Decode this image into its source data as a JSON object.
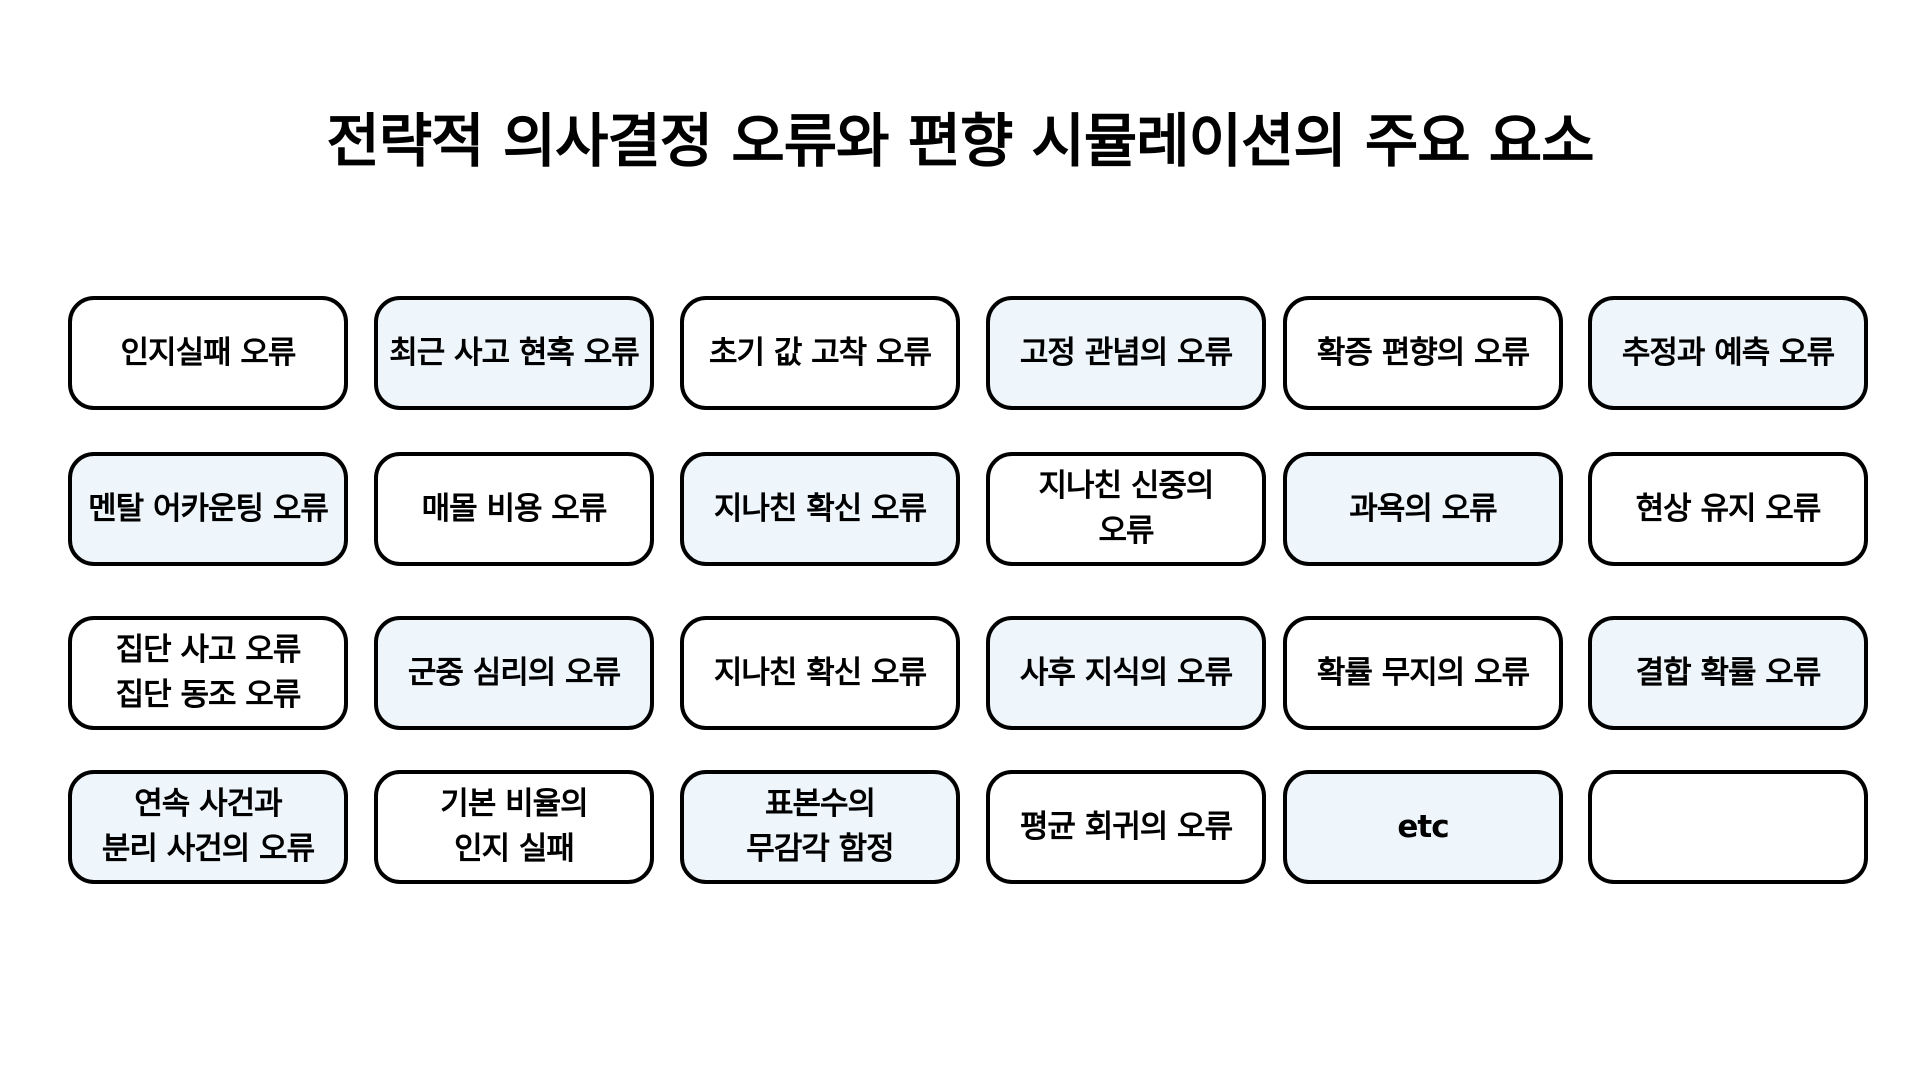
{
  "title": "전략적 의사결정 오류와 편향 시뮬레이션의 주요 요소",
  "colors": {
    "border": "#000000",
    "box_white": "#ffffff",
    "box_blue": "#eef6fc"
  },
  "rows": [
    [
      {
        "label": "인지실패 오류",
        "fill": "white"
      },
      {
        "label": "최근 사고 현혹 오류",
        "fill": "blue"
      },
      {
        "label": "초기 값 고착 오류",
        "fill": "white"
      },
      {
        "label": "고정 관념의 오류",
        "fill": "blue"
      },
      {
        "label": "확증 편향의 오류",
        "fill": "white"
      },
      {
        "label": "추정과 예측 오류",
        "fill": "blue"
      }
    ],
    [
      {
        "label": "멘탈 어카운팅 오류",
        "fill": "blue"
      },
      {
        "label": "매몰 비용 오류",
        "fill": "white"
      },
      {
        "label": "지나친 확신 오류",
        "fill": "blue"
      },
      {
        "label": "지나친 신중의\n오류",
        "fill": "white"
      },
      {
        "label": "과욕의 오류",
        "fill": "blue"
      },
      {
        "label": "현상 유지 오류",
        "fill": "white"
      }
    ],
    [
      {
        "label": "집단 사고 오류\n집단 동조 오류",
        "fill": "white"
      },
      {
        "label": "군중 심리의 오류",
        "fill": "blue"
      },
      {
        "label": "지나친 확신 오류",
        "fill": "white"
      },
      {
        "label": "사후 지식의 오류",
        "fill": "blue"
      },
      {
        "label": "확률 무지의 오류",
        "fill": "white"
      },
      {
        "label": "결합 확률 오류",
        "fill": "blue"
      }
    ],
    [
      {
        "label": "연속 사건과\n분리 사건의 오류",
        "fill": "blue"
      },
      {
        "label": "기본 비율의\n인지 실패",
        "fill": "white"
      },
      {
        "label": "표본수의\n무감각 함정",
        "fill": "blue"
      },
      {
        "label": "평균 회귀의 오류",
        "fill": "white"
      },
      {
        "label": "etc",
        "fill": "blue"
      },
      {
        "label": "",
        "fill": "white"
      }
    ]
  ]
}
